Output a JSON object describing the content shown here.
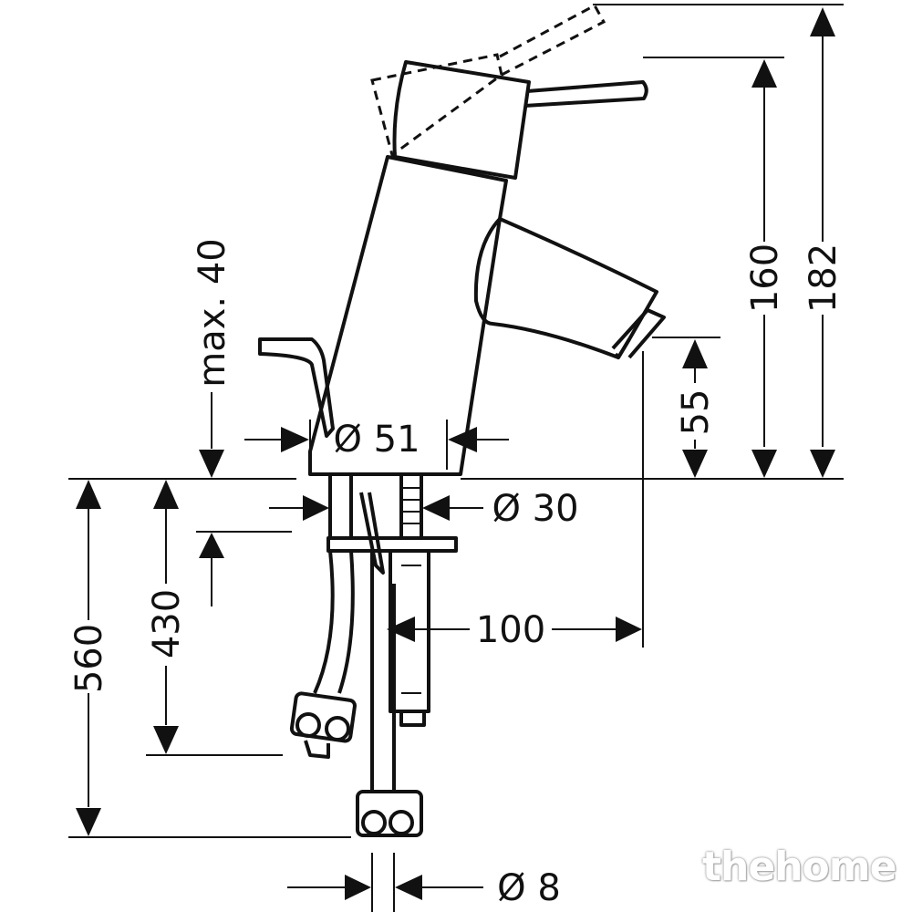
{
  "dimensions": {
    "height_total": "182",
    "height_body": "160",
    "spout_height": "55",
    "max_thickness": "max. 40",
    "body_diameter": "Ø 51",
    "shank_diameter": "Ø 30",
    "projection": "100",
    "hose_430": "430",
    "hose_560": "560",
    "hose_diameter": "Ø 8"
  },
  "watermark": "thehome"
}
